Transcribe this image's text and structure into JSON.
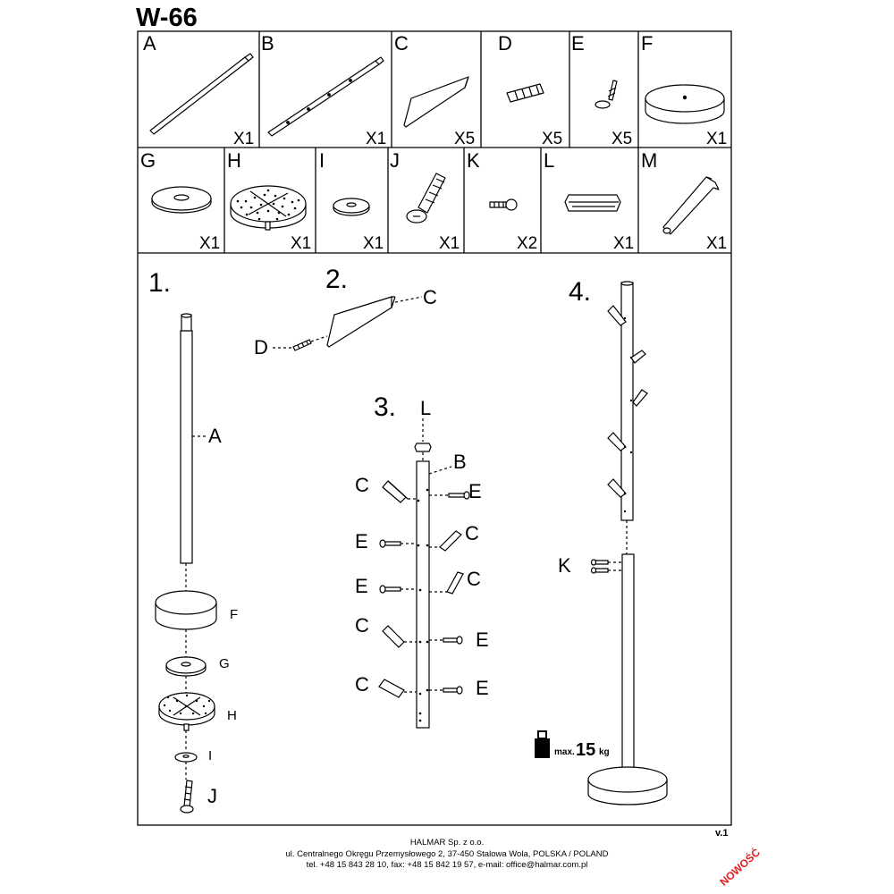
{
  "title": "W-66",
  "parts": [
    {
      "letter": "A",
      "qty": "X1",
      "icon": "rod-icon"
    },
    {
      "letter": "B",
      "qty": "X1",
      "icon": "drilled-rod-icon"
    },
    {
      "letter": "C",
      "qty": "X5",
      "icon": "hook-arm-icon"
    },
    {
      "letter": "D",
      "qty": "X5",
      "icon": "dowel-icon"
    },
    {
      "letter": "E",
      "qty": "X5",
      "icon": "screw-icon"
    },
    {
      "letter": "F",
      "qty": "X1",
      "icon": "base-disc-icon"
    },
    {
      "letter": "G",
      "qty": "X1",
      "icon": "washer-icon"
    },
    {
      "letter": "H",
      "qty": "X1",
      "icon": "anti-slip-pad-icon"
    },
    {
      "letter": "I",
      "qty": "X1",
      "icon": "small-washer-icon"
    },
    {
      "letter": "J",
      "qty": "X1",
      "icon": "bolt-icon"
    },
    {
      "letter": "K",
      "qty": "X2",
      "icon": "small-screw-icon"
    },
    {
      "letter": "L",
      "qty": "X1",
      "icon": "end-cap-icon"
    },
    {
      "letter": "M",
      "qty": "X1",
      "icon": "allen-key-icon"
    }
  ],
  "steps": {
    "s1": {
      "number": "1.",
      "labels": [
        "A",
        "F",
        "G",
        "H",
        "I",
        "J"
      ]
    },
    "s2": {
      "number": "2.",
      "labels": [
        "C",
        "D"
      ]
    },
    "s3": {
      "number": "3.",
      "labels": [
        "L",
        "B",
        "C",
        "E",
        "E",
        "C",
        "E",
        "C",
        "C",
        "E",
        "C",
        "E"
      ]
    },
    "s4": {
      "number": "4.",
      "labels": [
        "K"
      ]
    }
  },
  "max_load": {
    "prefix": "max.",
    "value": "15",
    "unit": "kg"
  },
  "version": "v.1",
  "footer": {
    "company": "HALMAR Sp. z o.o.",
    "address": "ul. Centralnego Okręgu Przemysłowego 2, 37-450 Stalowa Wola, POLSKA / POLAND",
    "contact": "tel. +48 15 843 28 10, fax: +48 15 842 19 57, e-mail: office@halmar.com.pl"
  },
  "badge": "NOWOŚĆ"
}
